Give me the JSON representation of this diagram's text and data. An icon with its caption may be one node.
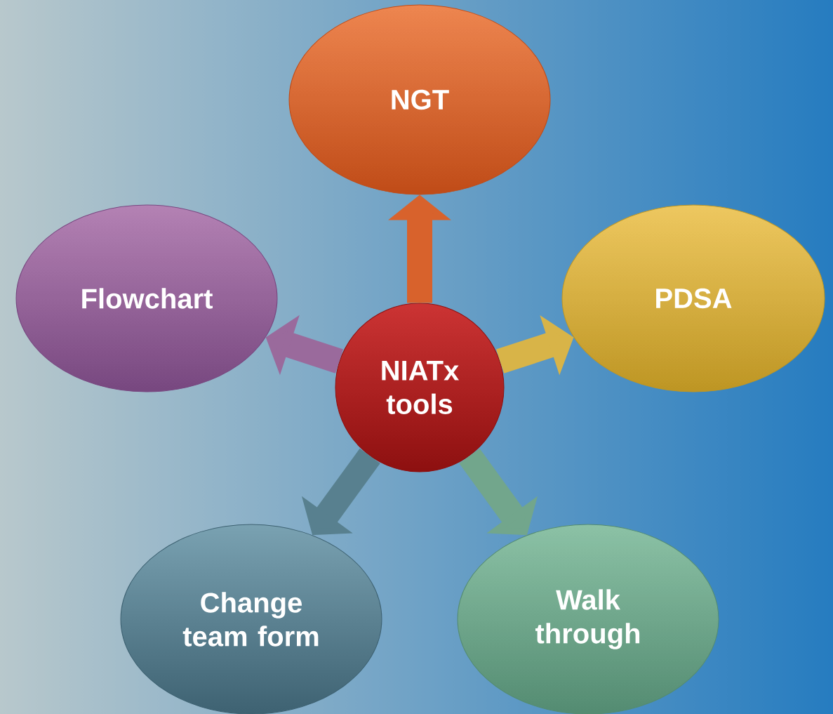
{
  "diagram": {
    "nodes": [
      {
        "text": [
          "NIATx tools"
        ]
      },
      {
        "text": [
          "NGT"
        ]
      },
      {
        "text": [
          "PDSA"
        ]
      },
      {
        "text": [
          "Walk through"
        ]
      },
      {
        "text": [
          "Change team form"
        ]
      },
      {
        "text": [
          "Flowchart"
        ]
      }
    ],
    "edges": [
      {
        "from": 0,
        "to": 1,
        "arrow": "to",
        "color": "#d8622c"
      },
      {
        "from": 0,
        "to": 2,
        "arrow": "to",
        "color": "#d8b448"
      },
      {
        "from": 0,
        "to": 3,
        "arrow": "to",
        "color": "#72a68c"
      },
      {
        "from": 0,
        "to": 4,
        "arrow": "to",
        "color": "#58808f"
      },
      {
        "from": 0,
        "to": 5,
        "arrow": "to",
        "color": "#9a6a9c"
      }
    ]
  }
}
